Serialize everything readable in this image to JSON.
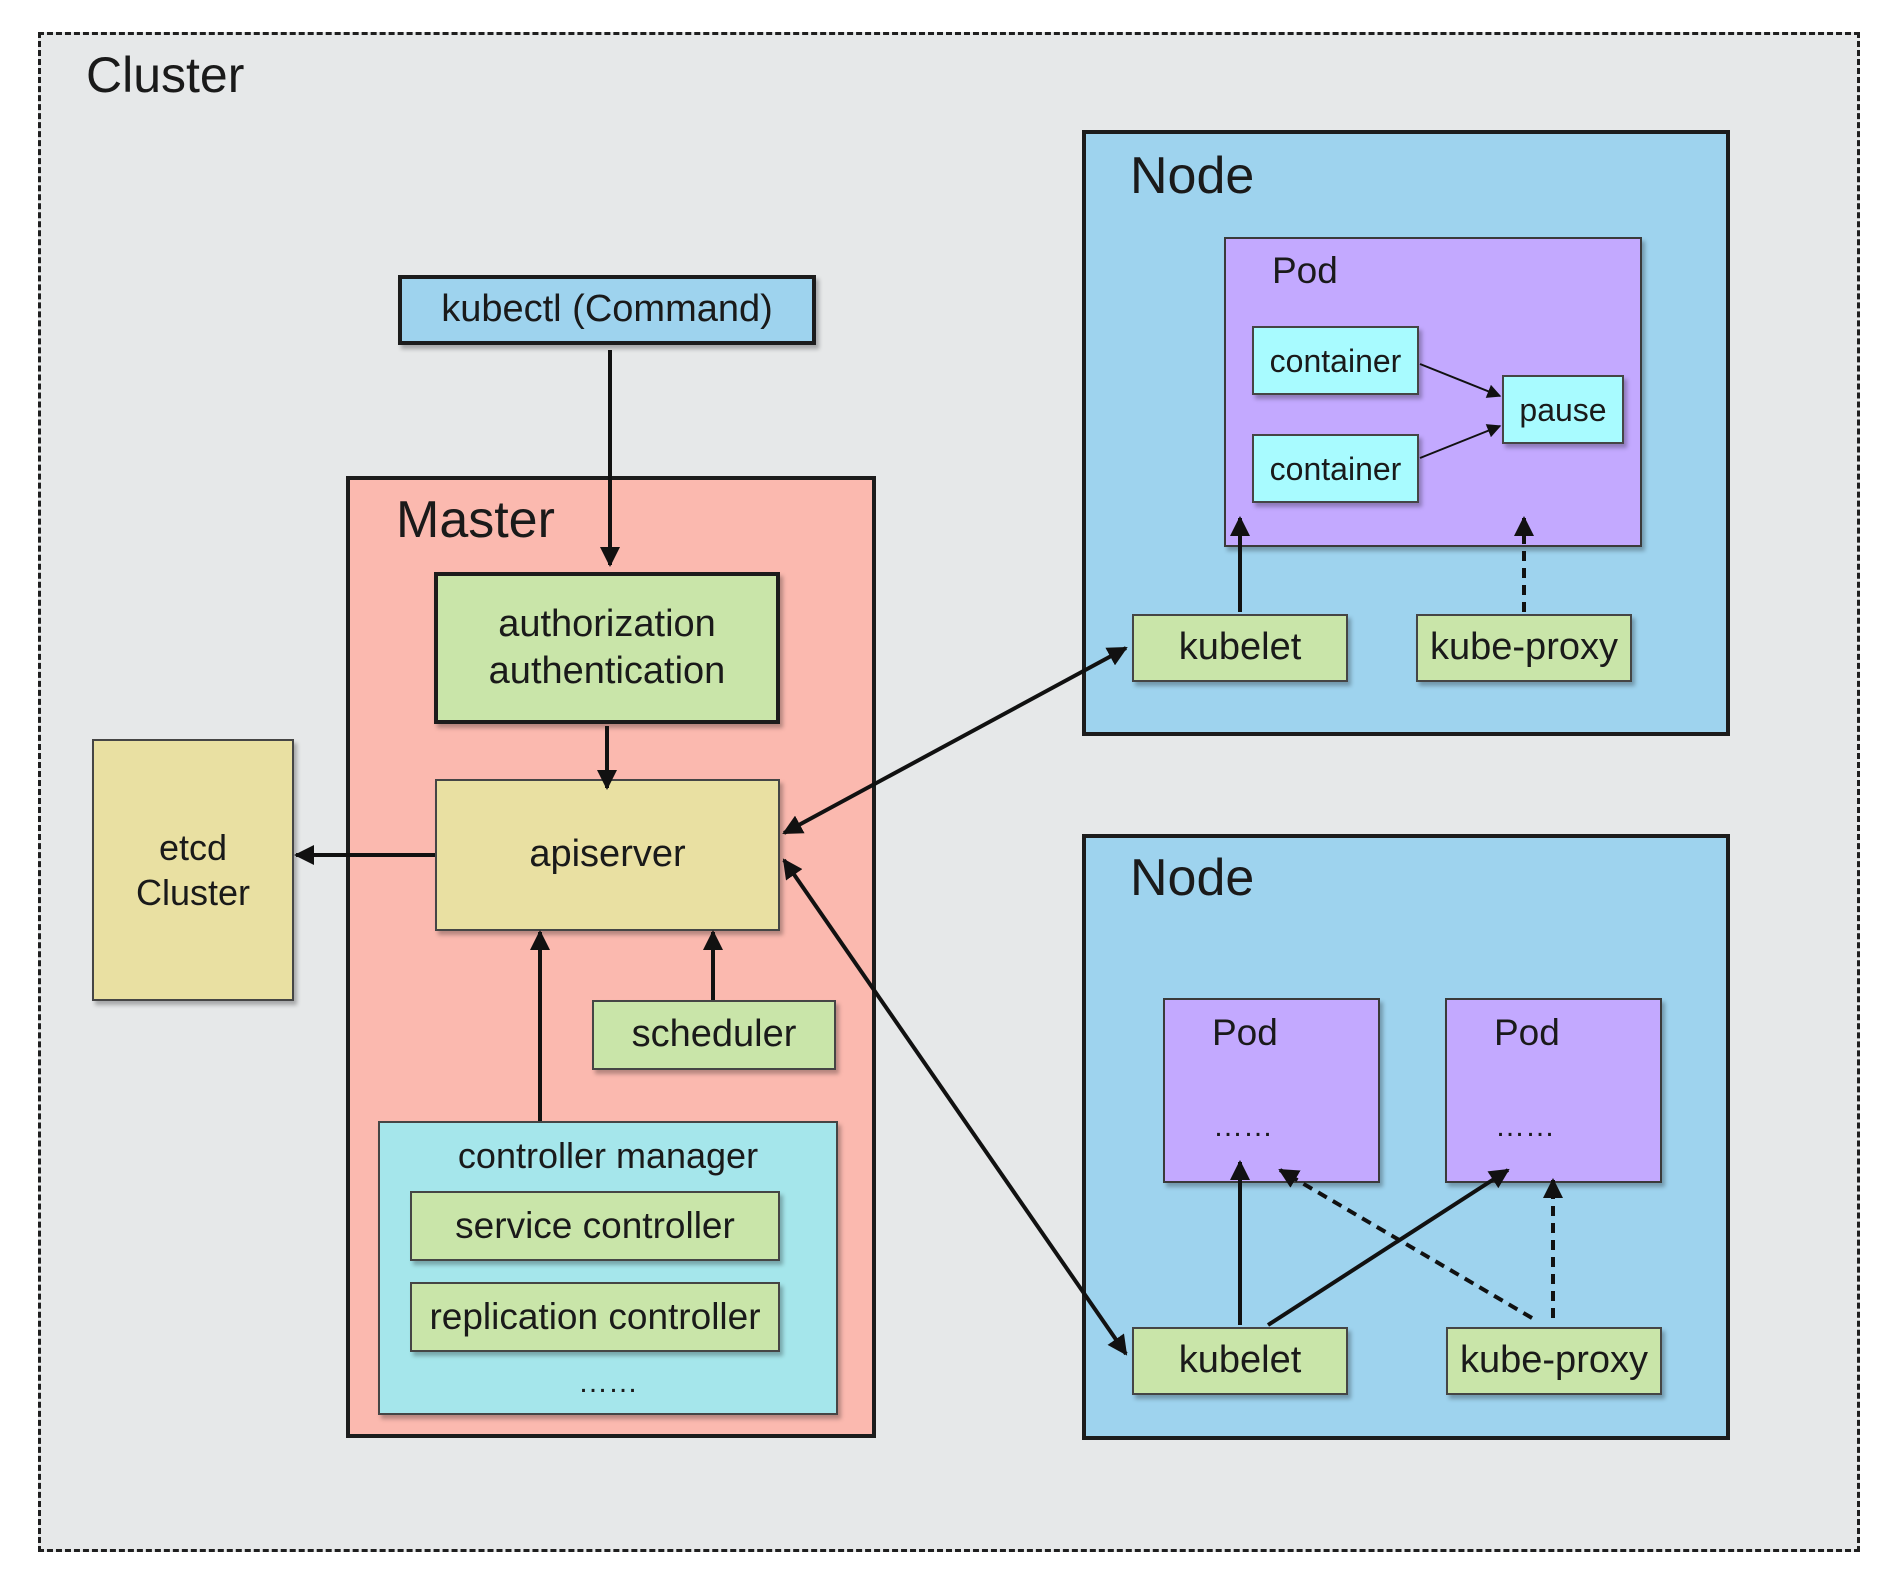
{
  "colors": {
    "cluster_bg": "#e6e8e9",
    "master_bg": "#fbb9af",
    "node_bg": "#9ed3ee",
    "pod_bg": "#c3a9ff",
    "component_green": "#c9e5a9",
    "etcd_yellow": "#e9e0a2",
    "controller_manager_bg": "#a5e6eb",
    "container_cyan": "#a8fbff",
    "kubectl_blue": "#9ed3ee"
  },
  "cluster": {
    "title": "Cluster"
  },
  "kubectl": {
    "label": "kubectl (Command)"
  },
  "etcd": {
    "label": "etcd\nCluster"
  },
  "master": {
    "title": "Master",
    "auth": {
      "label": "authorization\nauthentication"
    },
    "apiserver": {
      "label": "apiserver"
    },
    "scheduler": {
      "label": "scheduler"
    },
    "controller_manager": {
      "title": "controller manager",
      "items": [
        "service controller",
        "replication controller"
      ],
      "more": "……"
    }
  },
  "node1": {
    "title": "Node",
    "pod": {
      "title": "Pod",
      "containers": [
        "container",
        "container"
      ],
      "pause": "pause"
    },
    "kubelet": "kubelet",
    "kube_proxy": "kube-proxy"
  },
  "node2": {
    "title": "Node",
    "pods": [
      {
        "title": "Pod",
        "content": "……"
      },
      {
        "title": "Pod",
        "content": "……"
      }
    ],
    "kubelet": "kubelet",
    "kube_proxy": "kube-proxy"
  }
}
